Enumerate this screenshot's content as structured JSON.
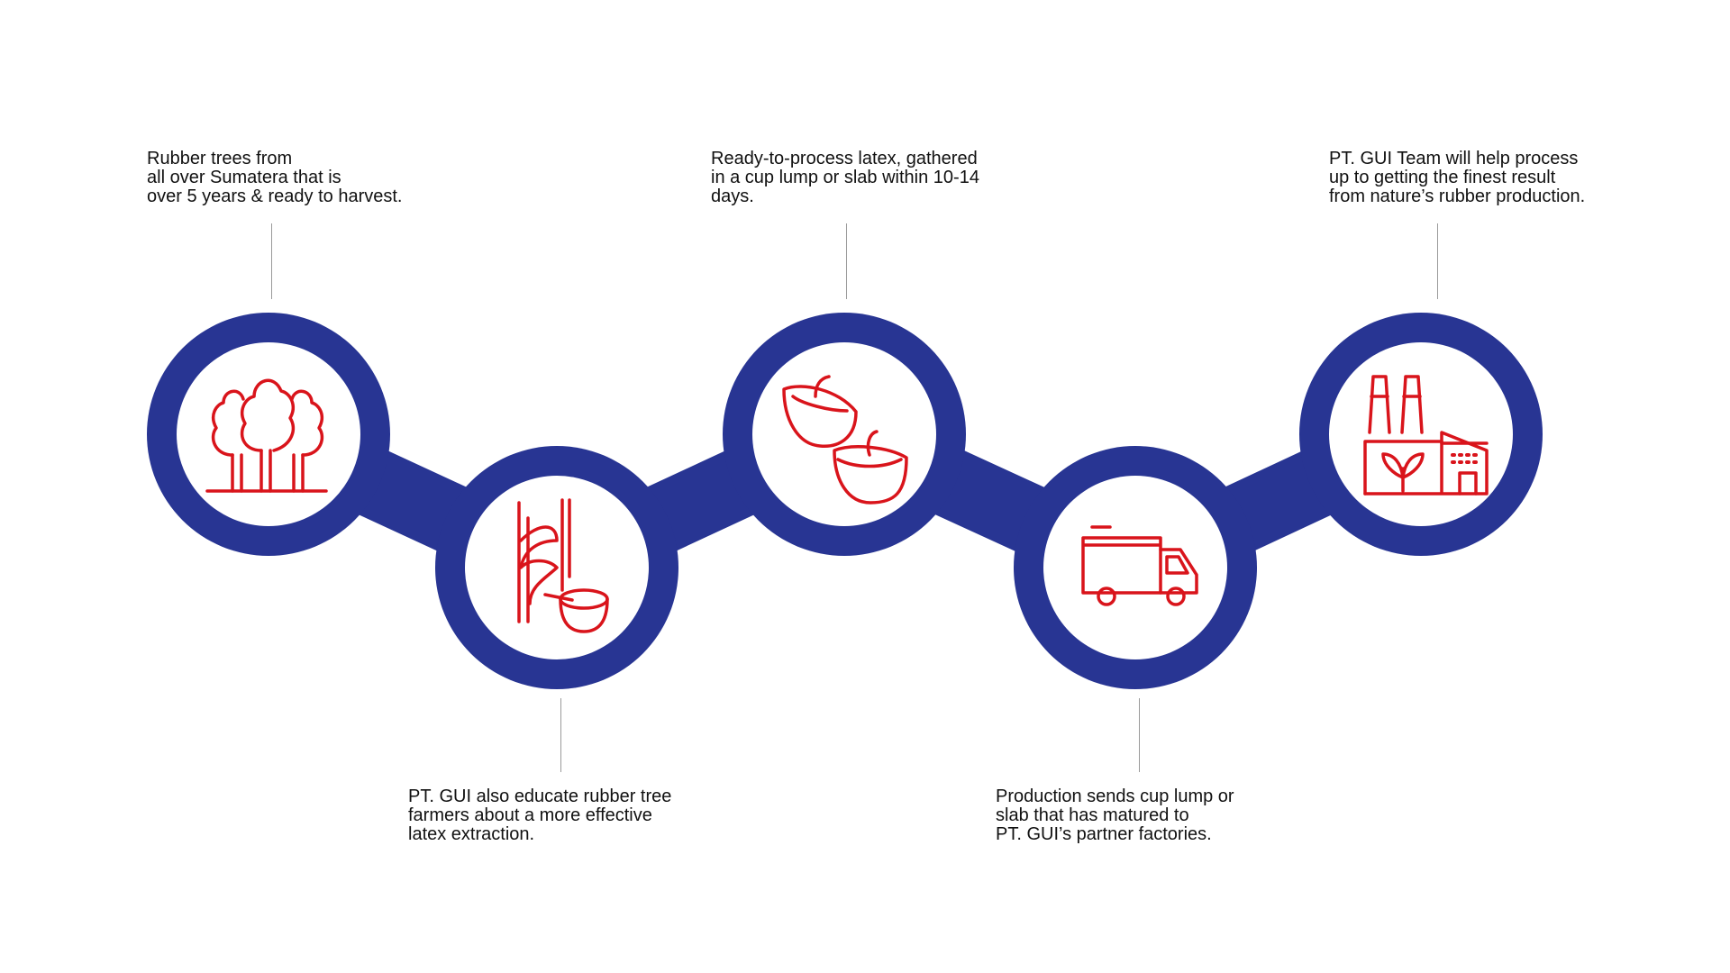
{
  "colors": {
    "ring": "#283593",
    "icon": "#d9141b",
    "text": "#111111"
  },
  "steps": [
    {
      "icon": "trees-icon",
      "lines": [
        "Rubber trees from",
        "all over Sumatera that is",
        "over 5 years & ready to harvest."
      ]
    },
    {
      "icon": "latex-tapping-icon",
      "lines": [
        "PT. GUI also educate rubber tree",
        "farmers about a more effective",
        "latex extraction."
      ]
    },
    {
      "icon": "cup-lump-icon",
      "lines": [
        "Ready-to-process latex, gathered",
        "in a cup lump or slab within 10-14",
        "days."
      ]
    },
    {
      "icon": "delivery-truck-icon",
      "lines": [
        "Production sends cup lump or",
        "slab that has matured to",
        "PT. GUI’s partner factories."
      ]
    },
    {
      "icon": "factory-icon",
      "lines": [
        "PT. GUI Team will help process",
        "up to getting the finest result",
        "from nature’s rubber production."
      ]
    }
  ]
}
